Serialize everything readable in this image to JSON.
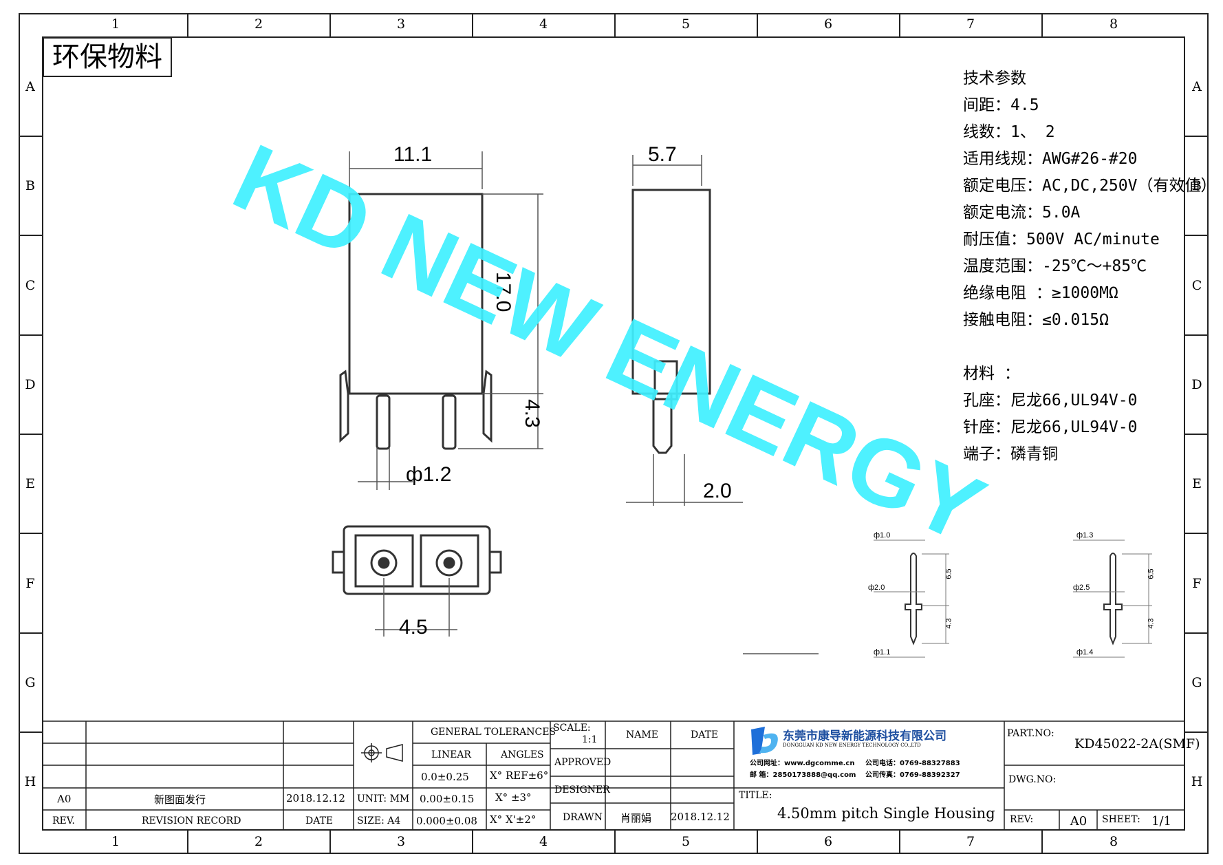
{
  "stamp": "环保物料",
  "watermark": "KD NEW ENERGY",
  "zones": {
    "columns": [
      "1",
      "2",
      "3",
      "4",
      "5",
      "6",
      "7",
      "8"
    ],
    "rows": [
      "A",
      "B",
      "C",
      "D",
      "E",
      "F",
      "G",
      "H"
    ]
  },
  "specs": {
    "heading": "技术参数",
    "lines": [
      "间距：4.5",
      "线数：1、 2",
      "适用线规：AWG#26-#20",
      "额定电压：AC,DC,250V（有效值）",
      "额定电流：5.0A",
      "耐压值：500V AC/minute",
      "温度范围：-25℃～+85℃",
      "绝缘电阻 ：≥1000MΩ",
      "接触电阻：≤0.015Ω"
    ],
    "materials_heading": "材料 ：",
    "materials": [
      "孔座：尼龙66,UL94V-0",
      "针座：尼龙66,UL94V-0",
      "端子：磷青铜"
    ]
  },
  "dimensions": {
    "width": "11.1",
    "height": "17.0",
    "pin_len": "4.3",
    "pin_dia": "ф1.2",
    "side_width": "5.7",
    "side_pin": "2.0",
    "pitch": "4.5",
    "pin1": {
      "top": "ф1.0",
      "mid": "ф2.0",
      "bot": "ф1.1",
      "upper": "6.5",
      "lower": "4.3"
    },
    "pin2": {
      "top": "ф1.3",
      "mid": "ф2.5",
      "bot": "ф1.4",
      "upper": "6.5",
      "lower": "4.3"
    }
  },
  "title_block": {
    "general_tolerances": "GENERAL TOLERANCES",
    "linear": "LINEAR",
    "angles": "ANGLES",
    "lin1": "0.0±0.25",
    "lin2": "0.00±0.15",
    "lin3": "0.000±0.08",
    "ang1": "X° REF±6°",
    "ang2": "X° ±3°",
    "ang3": "X° X'±2°",
    "unit": "UNIT: MM",
    "size": "SIZE: A4",
    "scale_label": "SCALE:",
    "scale_value": "1:1",
    "name": "NAME",
    "date_h": "DATE",
    "approved": "APPROVED",
    "designer": "DESIGNER",
    "drawn": "DRAWN",
    "drawn_name": "肖丽娟",
    "drawn_date": "2018.12.12",
    "rev_label": "REV.",
    "revision_record": "REVISION RECORD",
    "date_col": "DATE",
    "rev_value": "A0",
    "rev_desc": "新图面发行",
    "rev_date": "2018.12.12",
    "company_cn": "东莞市康导新能源科技有限公司",
    "company_en": "DONGGUAN KD NEW ENERGY TECHNOLOGY CO.,LTD",
    "company_web": "公司网址：www.dgcomme.cn",
    "company_tel": "公司电话：0769-88327883",
    "company_mail": "邮    箱：2850173888@qq.com",
    "company_fax": "公司传真：0769-88392327",
    "title_label": "TITLE:",
    "title": "4.50mm pitch Single Housing",
    "part_label": "PART.NO:",
    "part_no": "KD45022-2A(SMF)",
    "dwg_label": "DWG.NO:",
    "rev2_label": "REV:",
    "rev2_value": "A0",
    "sheet_label": "SHEET:",
    "sheet_value": "1/1"
  },
  "colors": {
    "watermark": "#3ff0ff",
    "logo": "#1e6fd9",
    "line": "#222222"
  }
}
